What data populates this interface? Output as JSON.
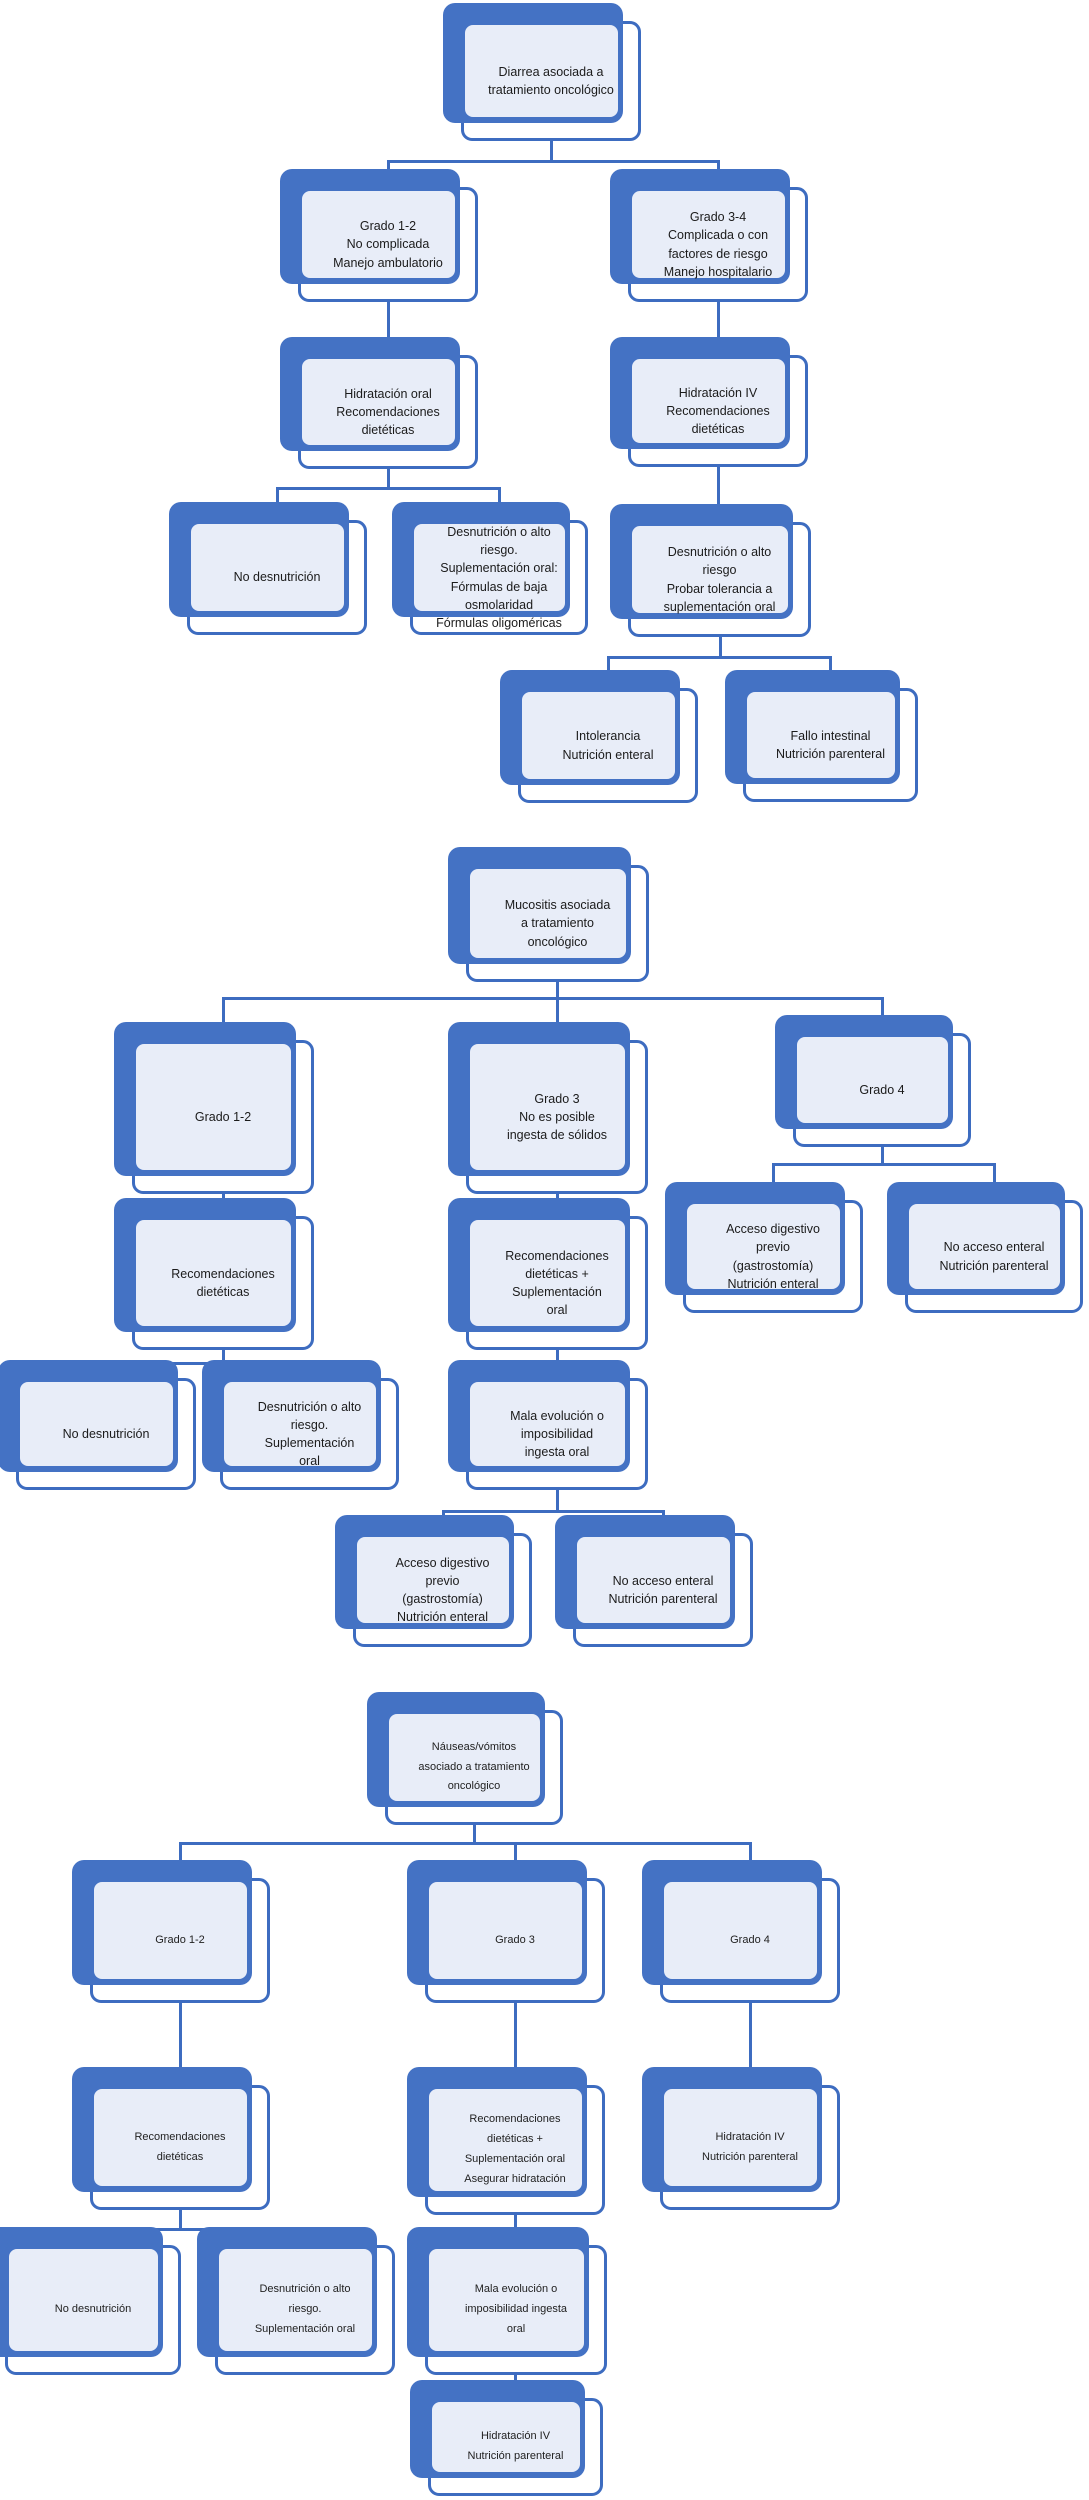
{
  "diagram": {
    "type": "flowchart",
    "topic": "Manejo nutricional de síntomas asociados a tratamiento oncológico",
    "language": "es",
    "tree_titles": [
      "Diarrea asociada a tratamiento oncológico",
      "Mucositis asociada a tratamiento oncológico",
      "Náuseas/vómitos asociado a tratamiento oncológico"
    ]
  },
  "colors": {
    "node_shadow": "#4472c4",
    "node_border": "#3d6cc0",
    "node_fill": "#ffffff",
    "node_tint": "#e8edf8",
    "connector": "#3d6cc0",
    "text": "#1b1b1b",
    "background": "#ffffff"
  },
  "trees": [
    {
      "name": "diarrea",
      "nodes": {
        "root": {
          "text": "Diarrea asociada a\ntratamiento oncológico"
        },
        "grado12": {
          "text": "Grado 1-2\nNo complicada\nManejo ambulatorio"
        },
        "grado34": {
          "text": "Grado 3-4\nComplicada o con\nfactores de riesgo\nManejo hospitalario"
        },
        "hidratacion_oral": {
          "text": "Hidratación oral\nRecomendaciones\ndietéticas"
        },
        "hidratacion_iv": {
          "text": "Hidratación IV\nRecomendaciones\ndietéticas"
        },
        "no_desnutricion": {
          "text": "No desnutrición"
        },
        "desnutricion_suplementacion": {
          "text": "Desnutrición o alto\nriesgo.\nSuplementación oral:\nFórmulas de baja\nosmolaridad\nFórmulas oligoméricas"
        },
        "desnutricion_tolerancia": {
          "text": "Desnutrición o alto\nriesgo\nProbar tolerancia a\nsuplementación oral"
        },
        "intolerancia": {
          "text": "Intolerancia\nNutrición enteral"
        },
        "fallo_intestinal": {
          "text": "Fallo intestinal\nNutrición parenteral"
        }
      }
    },
    {
      "name": "mucositis",
      "nodes": {
        "root": {
          "text": "Mucositis asociada\na tratamiento\noncológico"
        },
        "grado12": {
          "text": "Grado 1-2"
        },
        "grado3": {
          "text": "Grado 3\nNo es posible\ningesta de sólidos"
        },
        "grado4": {
          "text": "Grado 4"
        },
        "recomendaciones": {
          "text": "Recomendaciones\ndietéticas"
        },
        "recomendaciones_suplementacion": {
          "text": "Recomendaciones\ndietéticas +\nSuplementación\noral"
        },
        "acceso_digestivo": {
          "text": "Acceso digestivo\nprevio\n(gastrostomía)\nNutrición enteral"
        },
        "no_acceso": {
          "text": "No acceso enteral\nNutrición parenteral"
        },
        "no_desnutricion": {
          "text": "No desnutrición"
        },
        "desnutricion": {
          "text": "Desnutrición o alto\nriesgo.\nSuplementación\noral"
        },
        "mala_evolucion": {
          "text": "Mala evolución o\nimposibilidad\ningesta oral"
        },
        "acceso_digestivo2": {
          "text": "Acceso digestivo\nprevio\n(gastrostomía)\nNutrición enteral"
        },
        "no_acceso2": {
          "text": "No acceso enteral\nNutrición parenteral"
        }
      }
    },
    {
      "name": "nauseas_vomitos",
      "nodes": {
        "root": {
          "text": "Náuseas/vómitos\nasociado a tratamiento\noncológico"
        },
        "grado12": {
          "text": "Grado 1-2"
        },
        "grado3": {
          "text": "Grado 3"
        },
        "grado4": {
          "text": "Grado 4"
        },
        "recomendaciones": {
          "text": "Recomendaciones\ndietéticas"
        },
        "recomendaciones_suplementacion": {
          "text": "Recomendaciones\ndietéticas +\nSuplementación oral\nAsegurar hidratación"
        },
        "hidratacion_iv": {
          "text": "Hidratación IV\nNutrición parenteral"
        },
        "no_desnutricion": {
          "text": "No desnutrición"
        },
        "desnutricion": {
          "text": "Desnutrición o alto\nriesgo.\nSuplementación oral"
        },
        "mala_evolucion": {
          "text": "Mala evolución o\nimposibilidad ingesta\noral"
        },
        "hidratacion_iv2": {
          "text": "Hidratación IV\nNutrición parenteral"
        }
      }
    }
  ]
}
